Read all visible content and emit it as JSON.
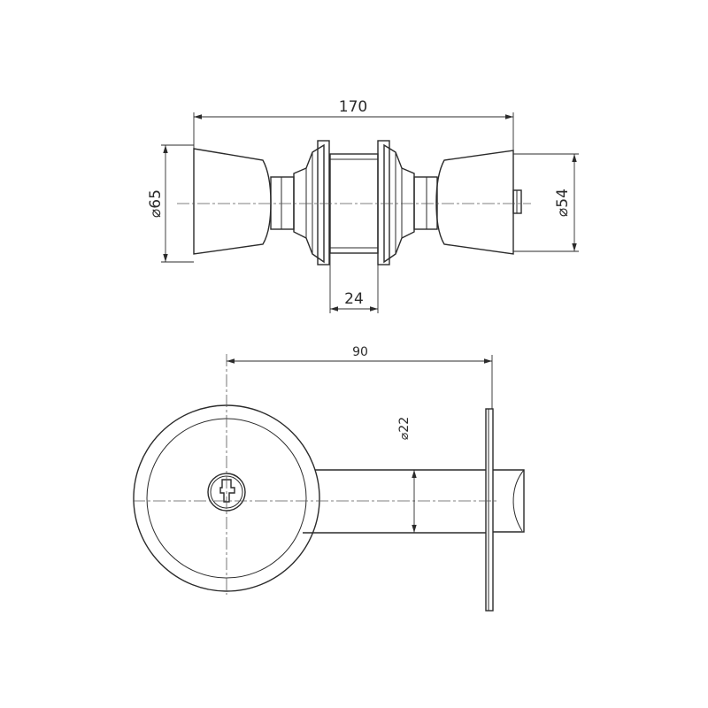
{
  "top_view": {
    "dimensions": {
      "overall_length": "170",
      "knob_diameter_left": "⌀65",
      "knob_diameter_right": "⌀54",
      "rose_spacing": "24"
    }
  },
  "bottom_view": {
    "dimensions": {
      "backset": "90",
      "bolt_diameter": "⌀22"
    }
  },
  "colors": {
    "line": "#2b2b2b",
    "background": "#ffffff"
  }
}
